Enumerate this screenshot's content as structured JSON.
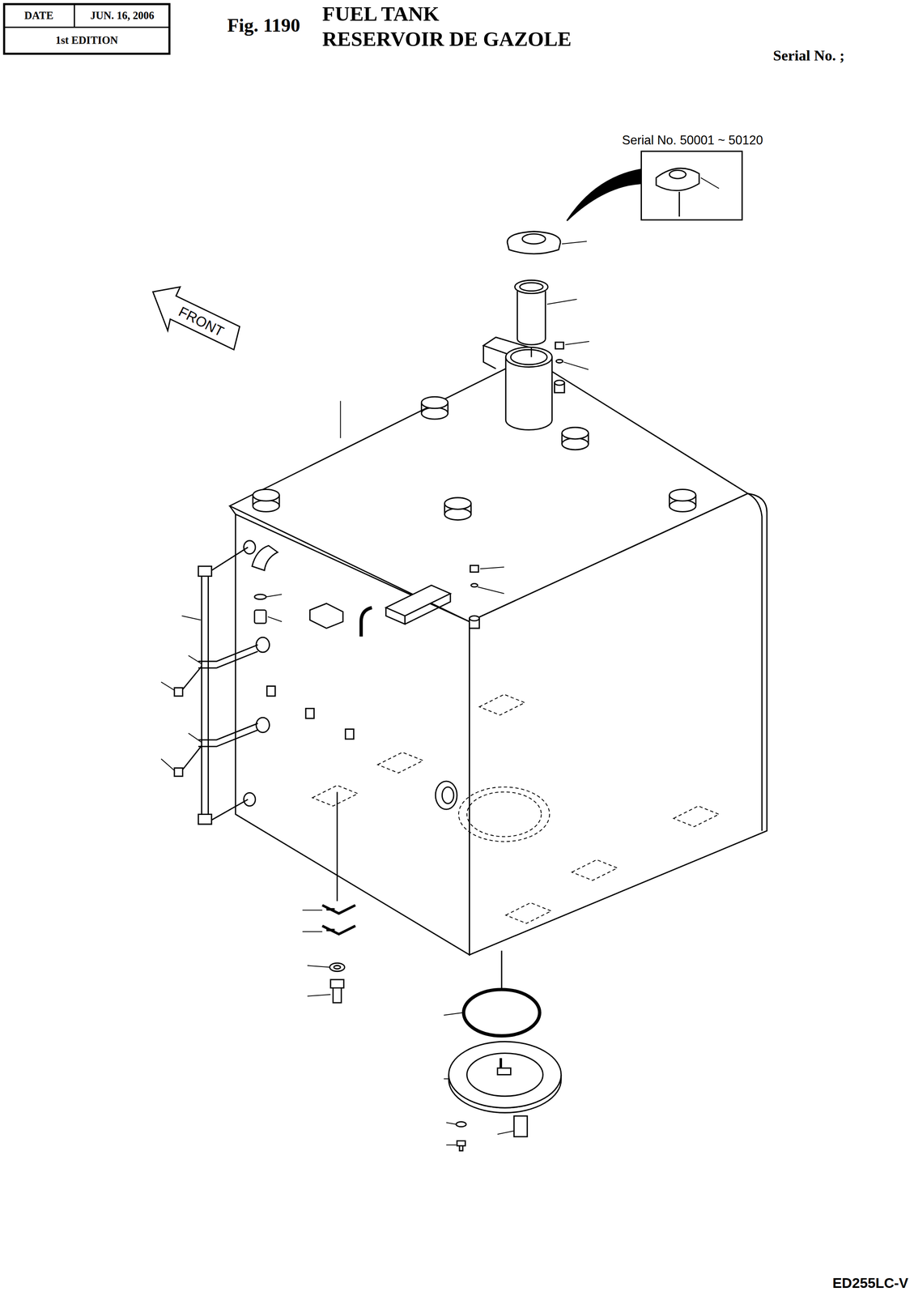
{
  "diagram": {
    "title": "FUEL TANK",
    "labels": [
      "DATE",
      "JUN. 16, 2006",
      "1st EDITION",
      "Fig. 1190",
      "RESERVOIR DE GAZOLE",
      "Serial No. ;",
      "Serial No. 50001 ~ 50120",
      "FRONT",
      "ED255LC-V"
    ]
  }
}
